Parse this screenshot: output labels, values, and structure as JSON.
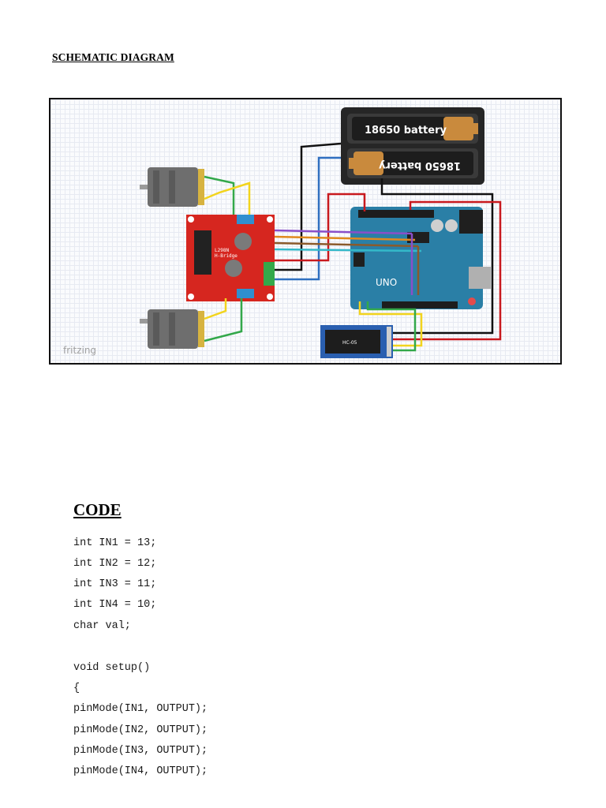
{
  "section_title": "SCHEMATIC DIAGRAM",
  "diagram": {
    "battery_top_label": "18650 battery",
    "battery_bottom_label": "18650 battery",
    "driver_label_line1": "L298N",
    "driver_label_line2": "H-Bridge",
    "board_label": "UNO",
    "bluetooth_label": "HC-05",
    "watermark": "fritzing",
    "wire_colors": {
      "black": "#111111",
      "red": "#c8191e",
      "blue": "#2f6fc0",
      "green": "#33a84a",
      "yellow": "#f2d41e",
      "purple": "#8a4fc8",
      "orange": "#e08a1e",
      "brown": "#8b5a2b",
      "cyan": "#34b9c9"
    }
  },
  "code_title": "CODE",
  "code_lines": [
    "int IN1 = 13;",
    "int IN2 = 12;",
    "int IN3 = 11;",
    "int IN4 = 10;",
    "char val;",
    "",
    "void setup()",
    "{",
    "pinMode(IN1, OUTPUT);",
    "pinMode(IN2, OUTPUT);",
    "pinMode(IN3, OUTPUT);",
    "pinMode(IN4, OUTPUT);"
  ]
}
